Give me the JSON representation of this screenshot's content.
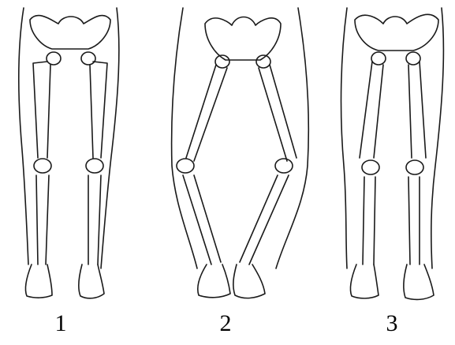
{
  "figures": [
    {
      "label": "1"
    },
    {
      "label": "2"
    },
    {
      "label": "3"
    }
  ],
  "colors": {
    "line": "#1a1a1a",
    "background": "#ffffff"
  }
}
